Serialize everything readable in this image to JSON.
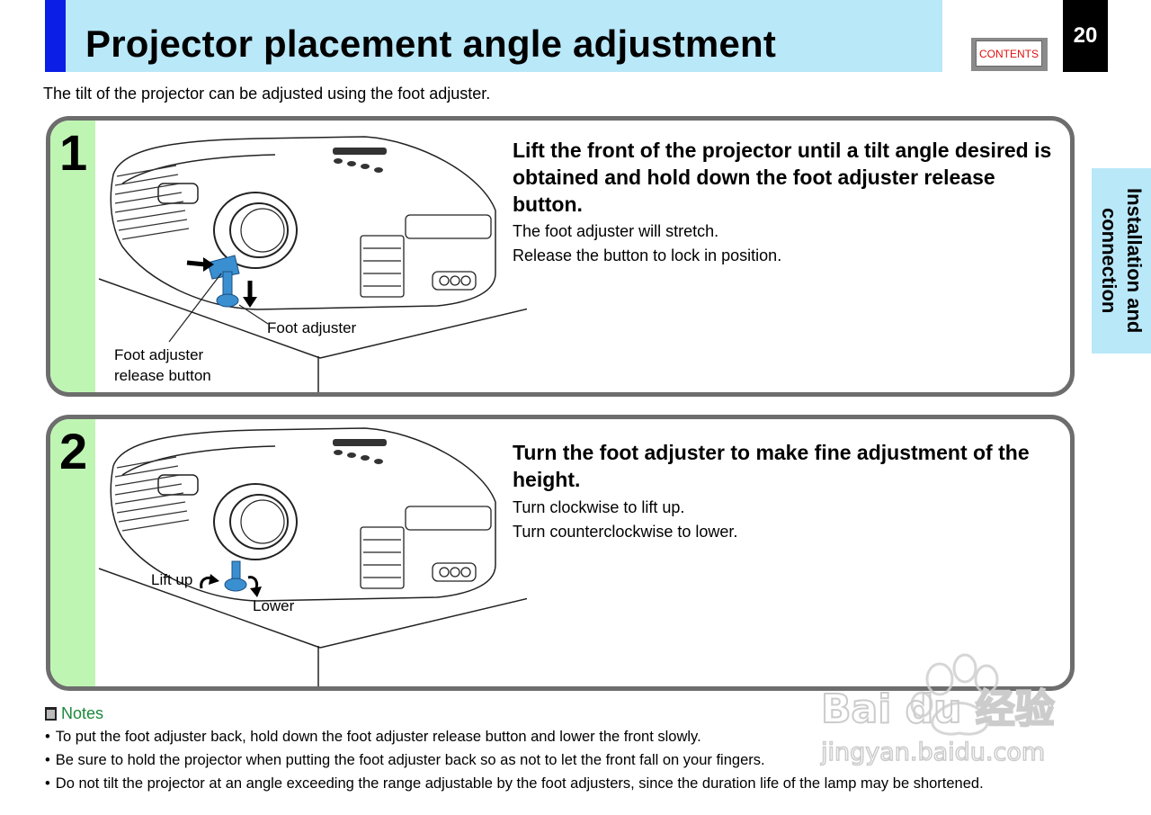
{
  "header": {
    "title": "Projector placement angle adjustment",
    "contents_label": "CONTENTS",
    "page_number": "20"
  },
  "intro": "The tilt of the projector can be adjusted using the foot adjuster.",
  "side_tab": {
    "label": "Installation and connection"
  },
  "steps": [
    {
      "number": "1",
      "heading": "Lift the front of the projector until a tilt angle desired is obtained and hold down the foot adjuster release button.",
      "lines": [
        "The foot adjuster will stretch.",
        "Release the button to lock in position."
      ],
      "callouts": {
        "foot_adjuster": "Foot adjuster",
        "release_button": "Foot adjuster release button"
      }
    },
    {
      "number": "2",
      "heading": "Turn the foot adjuster to make fine adjustment of the height.",
      "lines": [
        "Turn clockwise to lift up.",
        "Turn counterclockwise to lower."
      ],
      "callouts": {
        "lift_up": "Lift up",
        "lower": "Lower"
      }
    }
  ],
  "notes": {
    "title": "Notes",
    "items": [
      "To put the foot adjuster back, hold down the foot adjuster release button and lower the front slowly.",
      "Be sure to hold the projector when putting the foot adjuster back so as not to let the front fall on your fingers.",
      "Do not tilt the projector at an angle exceeding the range adjustable by the foot adjusters, since the duration life of the lamp may be shortened."
    ]
  },
  "colors": {
    "header_bg": "#b9e8f9",
    "header_accent": "#0a1ee6",
    "step_strip": "#bff5b3",
    "panel_border": "#6d6d6d",
    "notes_title": "#1a8a3a",
    "contents_text": "#e01010",
    "foot_adjuster": "#3a8fd0"
  },
  "icons": [
    "projector-illustration",
    "notes-icon",
    "arrow-right-icon",
    "arrow-down-icon",
    "rotate-arrow-icon"
  ],
  "watermark": {
    "brand": "Bai du 经验",
    "url": "jingyan.baidu.com"
  }
}
